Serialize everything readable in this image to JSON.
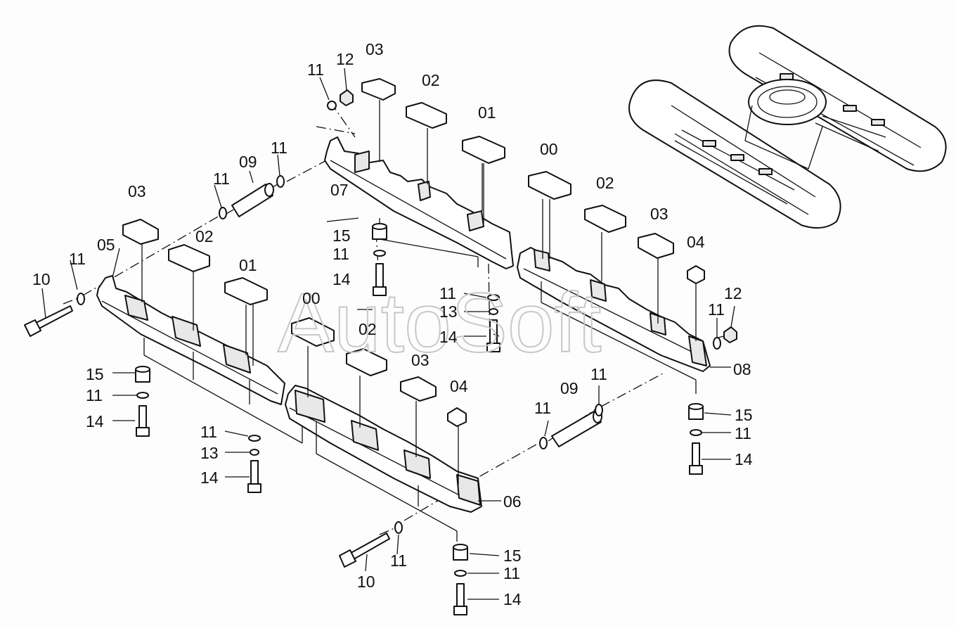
{
  "watermark": "AutoSoft",
  "labels": {
    "l03a": "03",
    "l12a": "12",
    "l11a": "11",
    "l02a": "02",
    "l01a": "01",
    "l11b": "11",
    "l09a": "09",
    "l11c": "11",
    "l07": "07",
    "l03b": "03",
    "l02b": "02",
    "l00a": "00",
    "l02c": "02",
    "l03c": "03",
    "l04a": "04",
    "l05": "05",
    "l11d": "11",
    "l10a": "10",
    "l01b": "01",
    "l15a": "15",
    "l11e": "11",
    "l14a": "14",
    "l11f": "11",
    "l13a": "13",
    "l14b": "14",
    "l12b": "12",
    "l11g": "11",
    "l08": "08",
    "l00b": "00",
    "l02d": "02",
    "l03d": "03",
    "l04b": "04",
    "l15b": "15",
    "l11h": "11",
    "l14c": "14",
    "l11i": "11",
    "l09b": "09",
    "l11j": "11",
    "l15c": "15",
    "l11k": "11",
    "l14d": "14",
    "l11l": "11",
    "l13b": "13",
    "l14e": "14",
    "l06": "06",
    "l10b": "10",
    "l11m": "11",
    "l15d": "15",
    "l11n": "11",
    "l14f": "14"
  }
}
